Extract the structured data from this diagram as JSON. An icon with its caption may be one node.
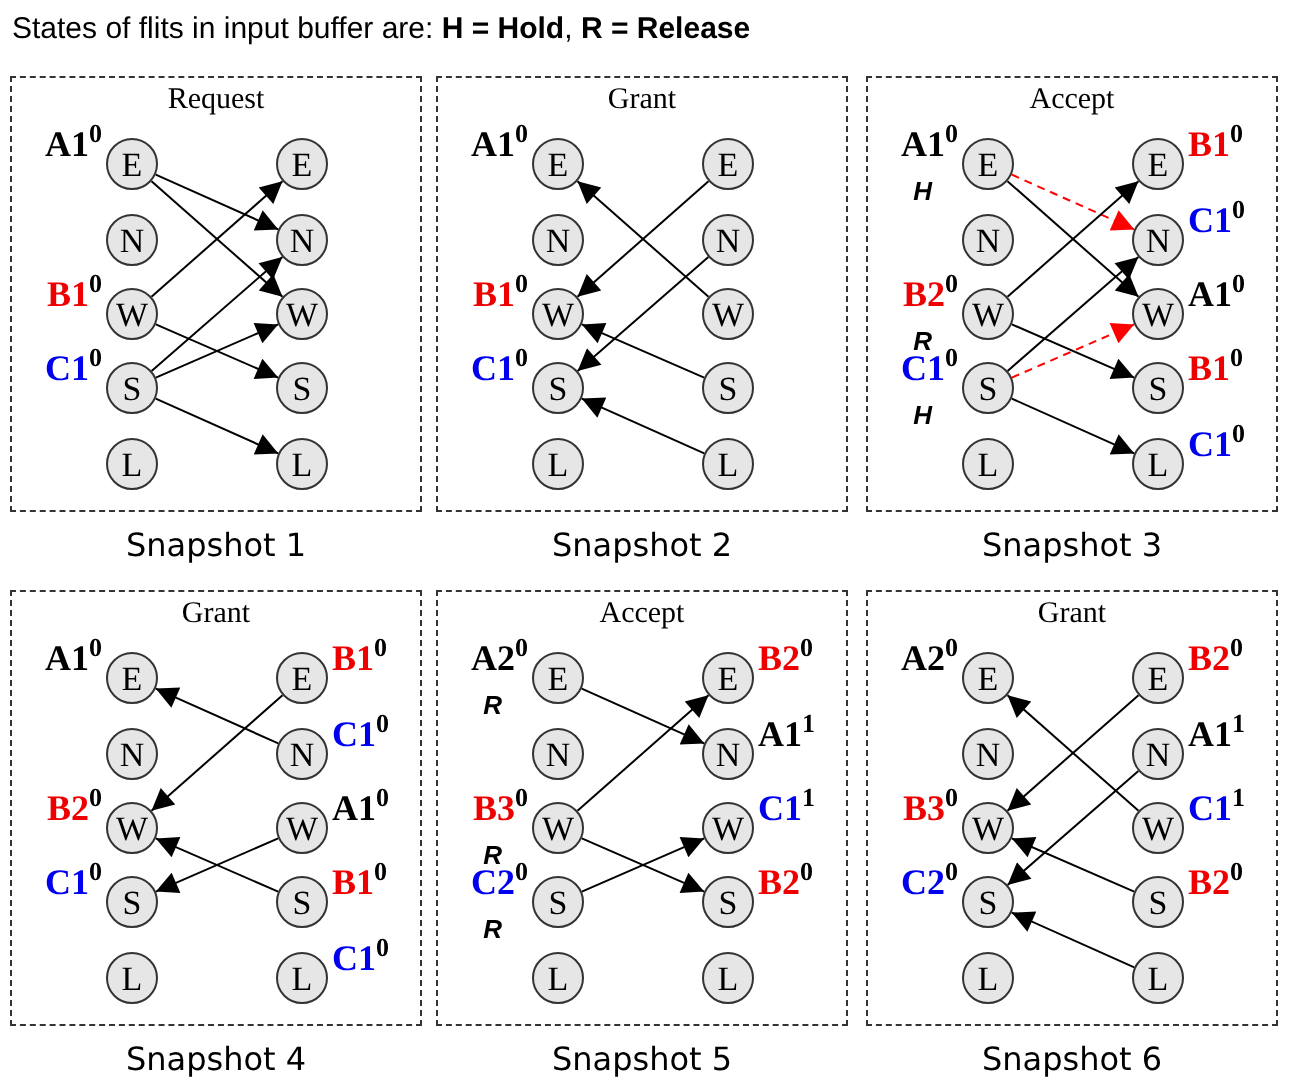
{
  "diagram": {
    "title": "States of flits in input buffer are: **H = Hold**,  **R = Release**",
    "nodes": [
      {
        "text": [
          "Request"
        ],
        "beside": [
          "Snapshot 1"
        ]
      },
      {
        "text": [
          "E"
        ],
        "in": 0,
        "beside": [
          "A1$^{0}$"
        ]
      },
      {
        "text": [
          "N"
        ],
        "in": 0
      },
      {
        "text": [
          "W"
        ],
        "in": 0,
        "beside": [
          "B1$^{0}$"
        ]
      },
      {
        "text": [
          "S"
        ],
        "in": 0,
        "beside": [
          "C1$^{0}$"
        ]
      },
      {
        "text": [
          "L"
        ],
        "in": 0
      },
      {
        "text": [
          "E"
        ],
        "in": 0
      },
      {
        "text": [
          "N"
        ],
        "in": 0
      },
      {
        "text": [
          "W"
        ],
        "in": 0
      },
      {
        "text": [
          "S"
        ],
        "in": 0
      },
      {
        "text": [
          "L"
        ],
        "in": 0
      },
      {
        "text": [
          "Grant"
        ],
        "beside": [
          "Snapshot 2"
        ]
      },
      {
        "text": [
          "E"
        ],
        "in": 11,
        "beside": [
          "A1$^{0}$"
        ]
      },
      {
        "text": [
          "N"
        ],
        "in": 11
      },
      {
        "text": [
          "W"
        ],
        "in": 11,
        "beside": [
          "B1$^{0}$"
        ]
      },
      {
        "text": [
          "S"
        ],
        "in": 11,
        "beside": [
          "C1$^{0}$"
        ]
      },
      {
        "text": [
          "L"
        ],
        "in": 11
      },
      {
        "text": [
          "E"
        ],
        "in": 11
      },
      {
        "text": [
          "N"
        ],
        "in": 11
      },
      {
        "text": [
          "W"
        ],
        "in": 11
      },
      {
        "text": [
          "S"
        ],
        "in": 11
      },
      {
        "text": [
          "L"
        ],
        "in": 11
      },
      {
        "text": [
          "Accept"
        ],
        "beside": [
          "Snapshot 3"
        ]
      },
      {
        "text": [
          "E"
        ],
        "in": 22,
        "beside": [
          "A1$^{0}$",
          "H"
        ]
      },
      {
        "text": [
          "N"
        ],
        "in": 22
      },
      {
        "text": [
          "W"
        ],
        "in": 22,
        "beside": [
          "B2$^{0}$",
          "R"
        ]
      },
      {
        "text": [
          "S"
        ],
        "in": 22,
        "beside": [
          "C1$^{0}$",
          "H"
        ]
      },
      {
        "text": [
          "L"
        ],
        "in": 22
      },
      {
        "text": [
          "E"
        ],
        "in": 22,
        "beside": [
          "B1$^{0}$"
        ]
      },
      {
        "text": [
          "N"
        ],
        "in": 22,
        "beside": [
          "C1$^{0}$"
        ]
      },
      {
        "text": [
          "W"
        ],
        "in": 22,
        "beside": [
          "A1$^{0}$"
        ]
      },
      {
        "text": [
          "S"
        ],
        "in": 22,
        "beside": [
          "B1$^{0}$"
        ]
      },
      {
        "text": [
          "L"
        ],
        "in": 22,
        "beside": [
          "C1$^{0}$"
        ]
      },
      {
        "text": [
          "Grant"
        ],
        "beside": [
          "Snapshot 4"
        ]
      },
      {
        "text": [
          "E"
        ],
        "in": 33,
        "beside": [
          "A1$^{0}$"
        ]
      },
      {
        "text": [
          "N"
        ],
        "in": 33
      },
      {
        "text": [
          "W"
        ],
        "in": 33,
        "beside": [
          "B2$^{0}$"
        ]
      },
      {
        "text": [
          "S"
        ],
        "in": 33,
        "beside": [
          "C1$^{0}$"
        ]
      },
      {
        "text": [
          "L"
        ],
        "in": 33
      },
      {
        "text": [
          "E"
        ],
        "in": 33,
        "beside": [
          "B1$^{0}$"
        ]
      },
      {
        "text": [
          "N"
        ],
        "in": 33,
        "beside": [
          "C1$^{0}$"
        ]
      },
      {
        "text": [
          "W"
        ],
        "in": 33,
        "beside": [
          "A1$^{0}$"
        ]
      },
      {
        "text": [
          "S"
        ],
        "in": 33,
        "beside": [
          "B1$^{0}$"
        ]
      },
      {
        "text": [
          "L"
        ],
        "in": 33,
        "beside": [
          "C1$^{0}$"
        ]
      },
      {
        "text": [
          "Accept"
        ],
        "beside": [
          "Snapshot 5"
        ]
      },
      {
        "text": [
          "E"
        ],
        "in": 44,
        "beside": [
          "A2$^{0}$",
          "R"
        ]
      },
      {
        "text": [
          "N"
        ],
        "in": 44
      },
      {
        "text": [
          "W"
        ],
        "in": 44,
        "beside": [
          "B3$^{0}$",
          "R"
        ]
      },
      {
        "text": [
          "S"
        ],
        "in": 44,
        "beside": [
          "C2$^{0}$",
          "R"
        ]
      },
      {
        "text": [
          "L"
        ],
        "in": 44
      },
      {
        "text": [
          "E"
        ],
        "in": 44,
        "beside": [
          "B2$^{0}$"
        ]
      },
      {
        "text": [
          "N"
        ],
        "in": 44,
        "beside": [
          "A1$^{1}$"
        ]
      },
      {
        "text": [
          "W"
        ],
        "in": 44,
        "beside": [
          "C1$^{1}$"
        ]
      },
      {
        "text": [
          "S"
        ],
        "in": 44,
        "beside": [
          "B2$^{0}$"
        ]
      },
      {
        "text": [
          "L"
        ],
        "in": 44
      },
      {
        "text": [
          "Grant"
        ],
        "beside": [
          "Snapshot 6"
        ]
      },
      {
        "text": [
          "E"
        ],
        "in": 55,
        "beside": [
          "A2$^{0}$"
        ]
      },
      {
        "text": [
          "N"
        ],
        "in": 55
      },
      {
        "text": [
          "W"
        ],
        "in": 55,
        "beside": [
          "B3$^{0}$"
        ]
      },
      {
        "text": [
          "S"
        ],
        "in": 55,
        "beside": [
          "C2$^{0}$"
        ]
      },
      {
        "text": [
          "L"
        ],
        "in": 55
      },
      {
        "text": [
          "E"
        ],
        "in": 55,
        "beside": [
          "B2$^{0}$"
        ]
      },
      {
        "text": [
          "N"
        ],
        "in": 55,
        "beside": [
          "A1$^{1}$"
        ]
      },
      {
        "text": [
          "W"
        ],
        "in": 55,
        "beside": [
          "C1$^{1}$"
        ]
      },
      {
        "text": [
          "S"
        ],
        "in": 55,
        "beside": [
          "B2$^{0}$"
        ]
      },
      {
        "text": [
          "L"
        ],
        "in": 55
      }
    ],
    "edges": [
      {
        "from": 1,
        "to": 7,
        "arrow": "to"
      },
      {
        "from": 1,
        "to": 8,
        "arrow": "to"
      },
      {
        "from": 3,
        "to": 6,
        "arrow": "to"
      },
      {
        "from": 3,
        "to": 9,
        "arrow": "to"
      },
      {
        "from": 4,
        "to": 7,
        "arrow": "to"
      },
      {
        "from": 4,
        "to": 8,
        "arrow": "to"
      },
      {
        "from": 4,
        "to": 10,
        "arrow": "to"
      },
      {
        "from": 17,
        "to": 14,
        "arrow": "to"
      },
      {
        "from": 18,
        "to": 15,
        "arrow": "to"
      },
      {
        "from": 19,
        "to": 12,
        "arrow": "to"
      },
      {
        "from": 20,
        "to": 14,
        "arrow": "to"
      },
      {
        "from": 21,
        "to": 15,
        "arrow": "to"
      },
      {
        "from": 23,
        "to": 29,
        "arrow": "to",
        "style": "dashed",
        "color": "#ff0000"
      },
      {
        "from": 23,
        "to": 30,
        "arrow": "to"
      },
      {
        "from": 25,
        "to": 28,
        "arrow": "to"
      },
      {
        "from": 25,
        "to": 31,
        "arrow": "to"
      },
      {
        "from": 26,
        "to": 29,
        "arrow": "to"
      },
      {
        "from": 26,
        "to": 30,
        "arrow": "to",
        "style": "dashed",
        "color": "#ff0000"
      },
      {
        "from": 26,
        "to": 32,
        "arrow": "to"
      },
      {
        "from": 39,
        "to": 36,
        "arrow": "to"
      },
      {
        "from": 40,
        "to": 34,
        "arrow": "to"
      },
      {
        "from": 41,
        "to": 37,
        "arrow": "to"
      },
      {
        "from": 42,
        "to": 36,
        "arrow": "to"
      },
      {
        "from": 45,
        "to": 51,
        "arrow": "to"
      },
      {
        "from": 47,
        "to": 50,
        "arrow": "to"
      },
      {
        "from": 47,
        "to": 53,
        "arrow": "to"
      },
      {
        "from": 48,
        "to": 52,
        "arrow": "to"
      },
      {
        "from": 61,
        "to": 58,
        "arrow": "to"
      },
      {
        "from": 62,
        "to": 59,
        "arrow": "to"
      },
      {
        "from": 63,
        "to": 56,
        "arrow": "to"
      },
      {
        "from": 64,
        "to": 58,
        "arrow": "to"
      },
      {
        "from": 65,
        "to": 59,
        "arrow": "to"
      }
    ]
  }
}
